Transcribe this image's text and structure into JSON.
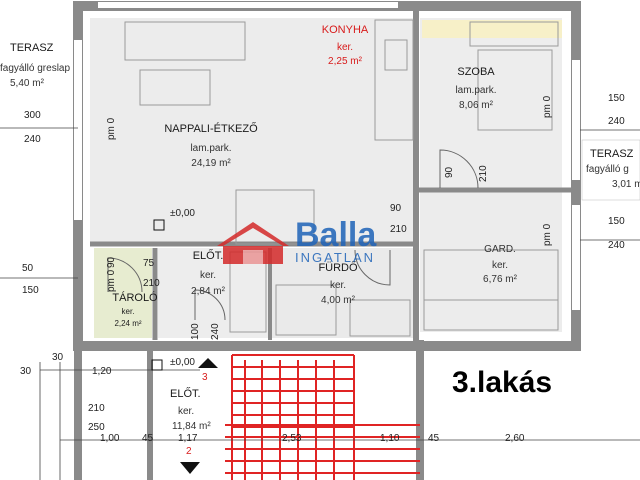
{
  "rooms": {
    "terasz_left": {
      "name": "TERASZ",
      "floor": "fagyálló greslap",
      "area": "5,40 m²"
    },
    "konyha": {
      "name": "KONYHA",
      "floor": "ker.",
      "area": "2,25 m²"
    },
    "szoba": {
      "name": "SZOBA",
      "floor": "lam.park.",
      "area": "8,06 m²"
    },
    "nappali": {
      "name": "NAPPALI-ÉTKEZŐ",
      "floor": "lam.park.",
      "area": "24,19 m²"
    },
    "terasz_right": {
      "name": "TERASZ",
      "floor": "fagyálló g",
      "area": "3,01 m"
    },
    "elot1": {
      "name": "ELŐT.",
      "floor": "ker.",
      "area": "2,84 m²"
    },
    "furdo": {
      "name": "FÜRDŐ",
      "floor": "ker.",
      "area": "4,00 m²"
    },
    "gard": {
      "name": "GARD.",
      "floor": "ker.",
      "area": "6,76 m²"
    },
    "tarolo": {
      "name": "TÁROLÓ",
      "floor": "ker.",
      "area": "2,24 m²"
    },
    "elot2": {
      "name": "ELŐT.",
      "floor": "ker.",
      "area": "11,84 m²"
    }
  },
  "dimensions": {
    "w1": "300",
    "w1b": "240",
    "w2": "150",
    "w2b": "240",
    "w3": "150",
    "w3b": "240",
    "w4": "50",
    "w4b": "150",
    "d90": "90",
    "d210": "210",
    "d90b": "90",
    "d210b": "210",
    "d75": "75",
    "d210c": "210",
    "d90c": "90",
    "d100": "100",
    "d240": "240",
    "d210d": "210",
    "d250": "250",
    "pm_a": "pm 0",
    "pm_b": "pm 0",
    "pm_c": "pm 0",
    "pm_d": "pm 0",
    "lvl1": "±0,00",
    "lvl2": "±0,00",
    "s30a": "30",
    "s30b": "30",
    "s120": "1,20",
    "s100": "1,00",
    "s45a": "45",
    "s117": "1,17",
    "s253": "2,53",
    "s110": "1,10",
    "s45b": "45",
    "s260": "2,60",
    "stair1": "3",
    "stair2": "2"
  },
  "apartment_label": "3.lakás",
  "logo": {
    "word": "Balla",
    "sub": "INGATLAN"
  },
  "colors": {
    "wall": "#8a8a8a",
    "room_fill": "#ededed",
    "storage_fill": "#e7ecd0",
    "stair_red": "#e02424",
    "logo_blue": "#1e63b8",
    "logo_red": "#d42a2a"
  }
}
